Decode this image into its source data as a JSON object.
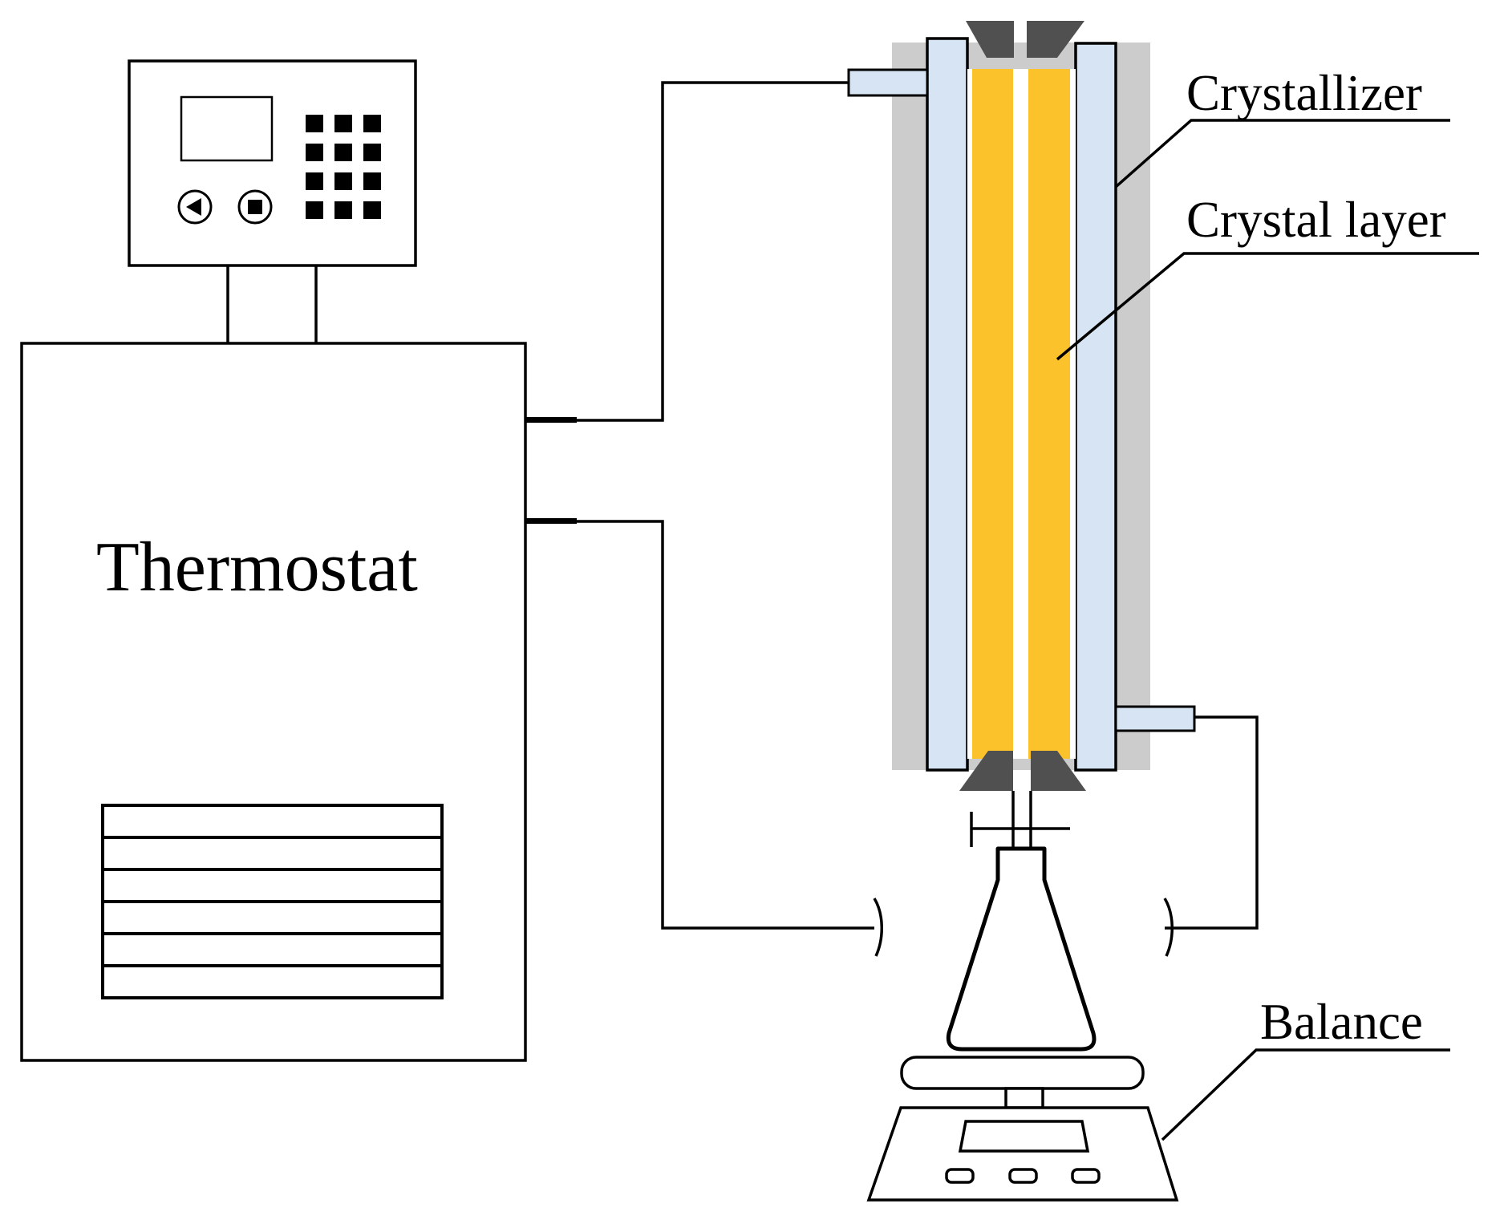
{
  "labels": {
    "thermostat": "Thermostat",
    "crystallizer": "Crystallizer",
    "crystal_layer": "Crystal layer",
    "balance": "Balance"
  },
  "colors": {
    "line": "#000000",
    "jacket": "#d6e4f3",
    "crystal_layer": "#fcc22b",
    "insulation": "#cccccc",
    "seal": "#505050",
    "background": "#ffffff"
  },
  "icons": {
    "controller_play": "play-left-icon",
    "controller_stop": "stop-icon"
  }
}
